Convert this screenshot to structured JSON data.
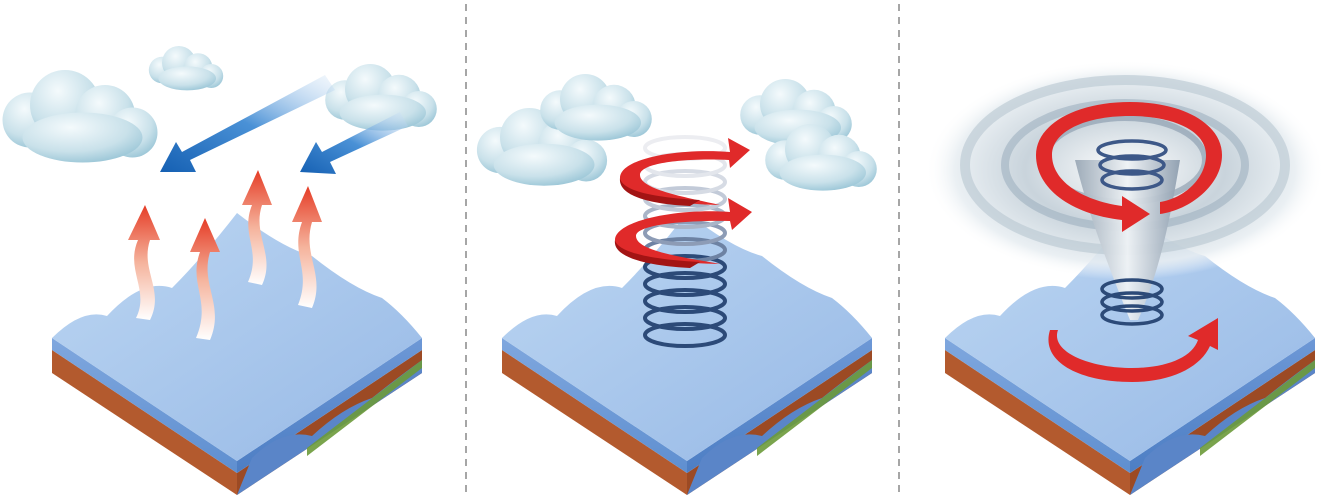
{
  "diagram": {
    "panel_count": 3,
    "panels": [
      {
        "id": "warm-air-rising",
        "elements": [
          "clouds",
          "cold-air-arrows",
          "warm-air-arrows",
          "ocean-block"
        ]
      },
      {
        "id": "rotation-begins",
        "elements": [
          "clouds",
          "spiral-coil",
          "rotation-arrows",
          "ocean-block"
        ]
      },
      {
        "id": "hurricane-formed",
        "elements": [
          "cloud-swirl",
          "funnel",
          "circular-arrows",
          "ocean-block"
        ]
      }
    ],
    "colors": {
      "water_top": "#a9c7ea",
      "water_side": "#6f9bd6",
      "soil": "#b35a2e",
      "grass": "#6b9a3a",
      "cold_air_arrow": "#1b6fc2",
      "warm_air_arrow": "#e8452e",
      "rotation_arrow": "#e02a2a",
      "coil": "#2c4a78",
      "divider": "#a6a6a6"
    }
  }
}
